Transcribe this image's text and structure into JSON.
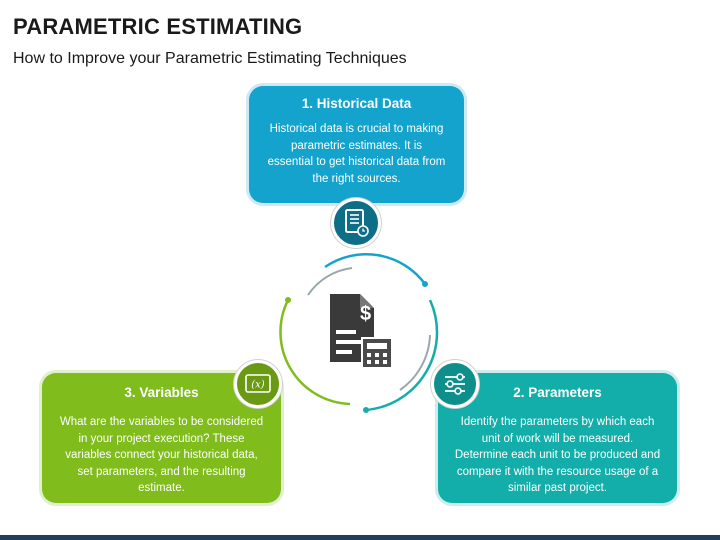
{
  "title": "PARAMETRIC ESTIMATING",
  "subtitle": "How to Improve your Parametric Estimating Techniques",
  "cards": [
    {
      "heading": "1. Historical Data",
      "body": "Historical data is crucial to making parametric estimates. It is essential to get historical data from the right sources.",
      "color": "#14a3cc",
      "icon": "document-clock-icon"
    },
    {
      "heading": "2. Parameters",
      "body": "Identify the parameters by which each unit of work will be measured. Determine each unit to be produced and compare it with the resource usage of a similar past project.",
      "color": "#13aeaa",
      "icon": "sliders-icon"
    },
    {
      "heading": "3. Variables",
      "body": "What are the variables to be considered in your project execution? These variables connect your historical data, set parameters, and the resulting estimate.",
      "color": "#7fbc1c",
      "icon": "variable-x-icon"
    }
  ],
  "center": {
    "icon": "invoice-calculator-icon",
    "ring_colors": [
      "#14a3cc",
      "#13aeaa",
      "#7fbc1c"
    ]
  },
  "variable_icon_text": "(x)"
}
